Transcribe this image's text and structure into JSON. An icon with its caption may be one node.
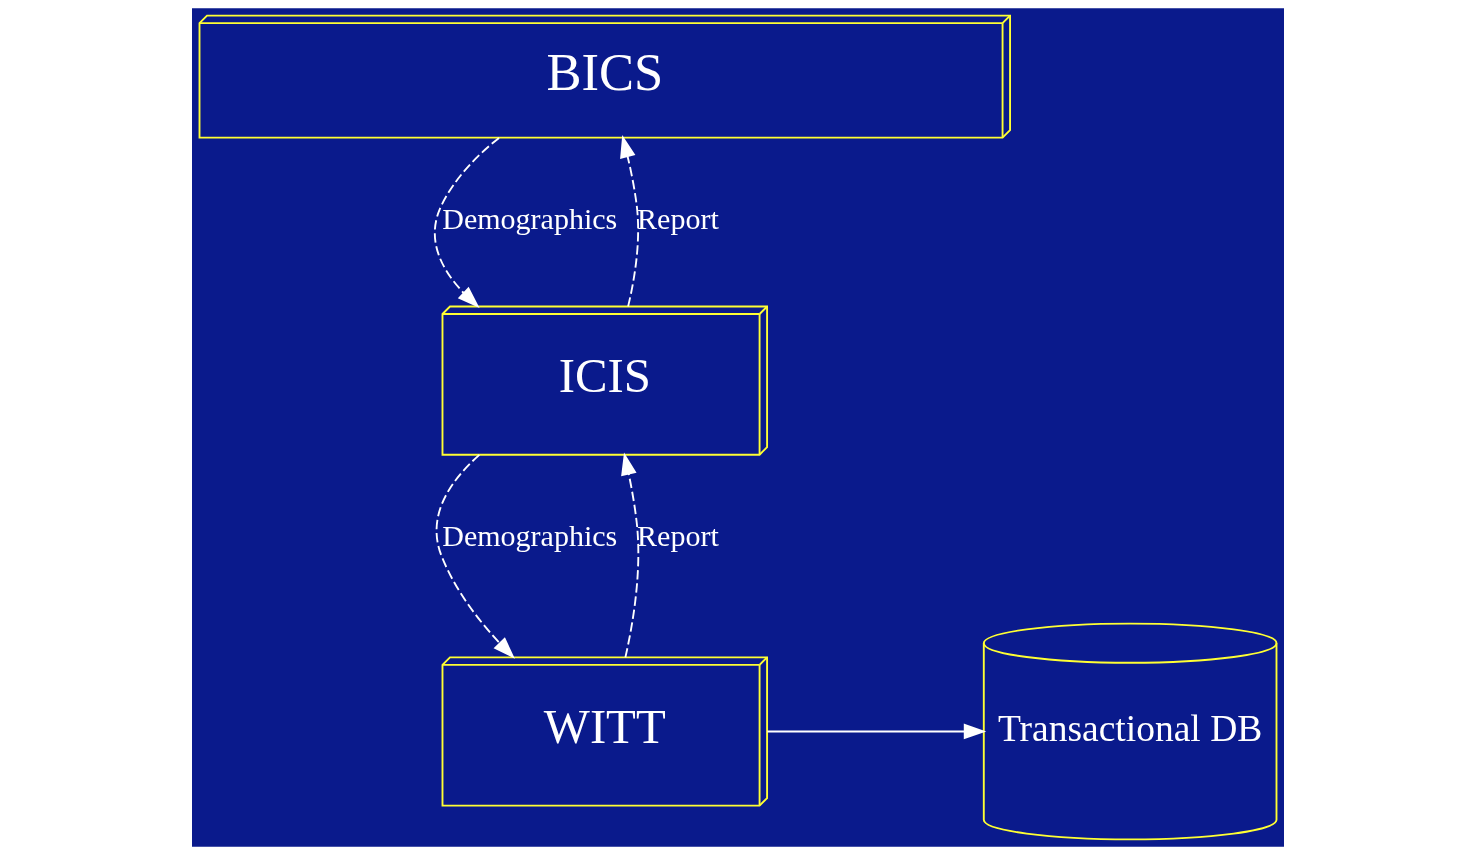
{
  "diagram": {
    "nodes": [
      {
        "text": [
          "BICS"
        ]
      },
      {
        "text": [
          "ICIS"
        ]
      },
      {
        "text": [
          "WITT"
        ]
      },
      {
        "text": [
          "Transactional DB"
        ]
      }
    ],
    "edges": [
      {
        "from": 0,
        "to": 1,
        "arrow": "to",
        "style": "dashed",
        "label": "Demographics"
      },
      {
        "from": 1,
        "to": 0,
        "arrow": "to",
        "style": "dashed",
        "label": "Report"
      },
      {
        "from": 1,
        "to": 2,
        "arrow": "to",
        "style": "dashed",
        "label": "Demographics"
      },
      {
        "from": 2,
        "to": 1,
        "arrow": "to",
        "style": "dashed",
        "label": "Report"
      },
      {
        "from": 2,
        "to": 3,
        "arrow": "to"
      }
    ]
  }
}
